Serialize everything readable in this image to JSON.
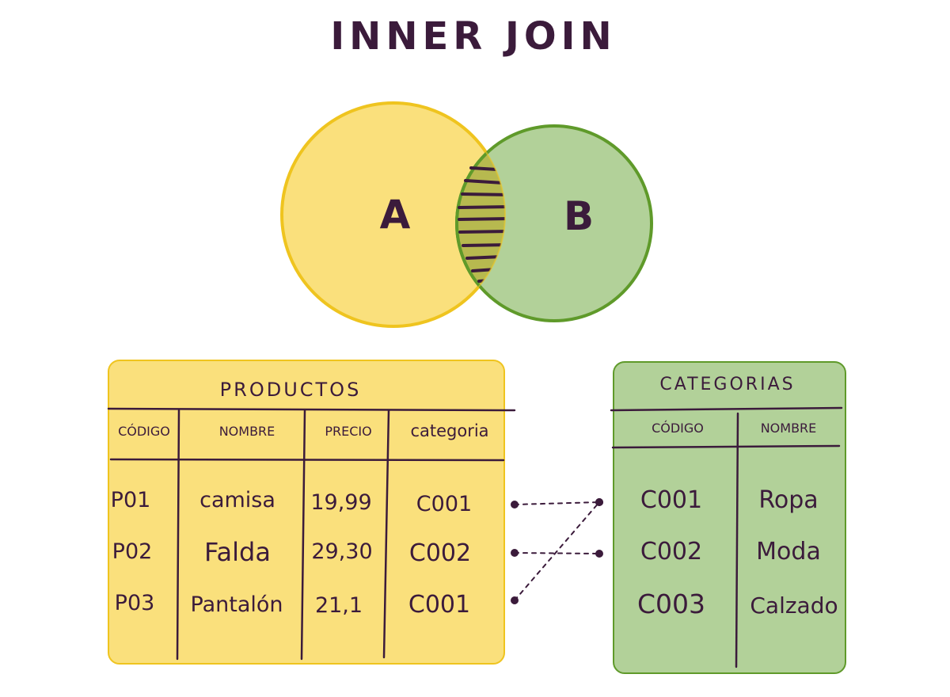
{
  "title": "INNER JOIN",
  "venn": {
    "left_label": "A",
    "right_label": "B"
  },
  "colors": {
    "ink": "#3b1b3b",
    "yellow_fill": "#fae07c",
    "yellow_stroke": "#efc41f",
    "green_fill": "#b2d199",
    "green_stroke": "#5f9a2a",
    "overlap_fill": "#b7b94f"
  },
  "productos": {
    "title": "PRODUCTOS",
    "headers": [
      "CÓDIGO",
      "NOMBRE",
      "PRECIO",
      "categoria"
    ],
    "rows": [
      [
        "P01",
        "camisa",
        "19,99",
        "C001"
      ],
      [
        "P02",
        "Falda",
        "29,30",
        "C002"
      ],
      [
        "P03",
        "Pantalón",
        "21,1",
        "C001"
      ]
    ]
  },
  "categorias": {
    "title": "CATEGORIAS",
    "headers": [
      "CÓDIGO",
      "NOMBRE"
    ],
    "rows": [
      [
        "C001",
        "Ropa"
      ],
      [
        "C002",
        "Moda"
      ],
      [
        "C003",
        "Calzado"
      ]
    ]
  },
  "links": [
    {
      "from_row": 1,
      "to_row": 1
    },
    {
      "from_row": 2,
      "to_row": 2
    },
    {
      "from_row": 3,
      "to_row": 1
    }
  ]
}
